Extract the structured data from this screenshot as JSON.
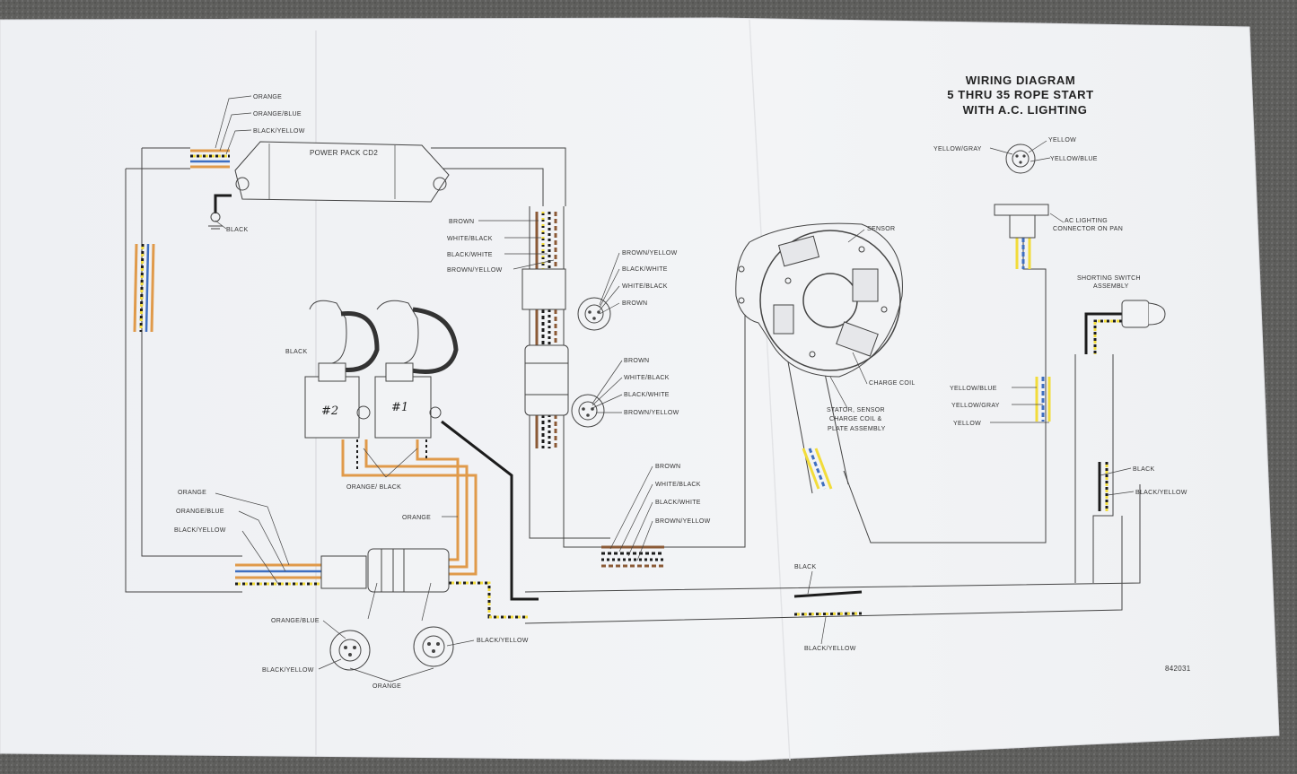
{
  "title_lines": [
    "WIRING DIAGRAM",
    "5 THRU 35 ROPE START",
    "WITH A.C. LIGHTING"
  ],
  "part_number": "842031",
  "components": {
    "power_pack": "POWER PACK CD2",
    "coil_1": "#1",
    "coil_2": "#2",
    "sensor": "SENSOR",
    "charge_coil": "CHARGE COIL",
    "stator": "STATOR, SENSOR CHARGE COIL & PLATE ASSEMBLY",
    "ac_connector": "AC LIGHTING CONNECTOR ON PAN",
    "shorting_switch": "SHORTING SWITCH ASSEMBLY"
  },
  "labels": {
    "orange": "ORANGE",
    "orange_blue": "ORANGE/BLUE",
    "black_yellow": "BLACK/YELLOW",
    "black": "BLACK",
    "brown": "BROWN",
    "white_black": "WHITE/BLACK",
    "black_white": "BLACK/WHITE",
    "brown_yellow": "BROWN/YELLOW",
    "orange_black": "ORANGE/ BLACK",
    "yellow": "YELLOW",
    "yellow_gray": "YELLOW/GRAY",
    "yellow_blue": "YELLOW/BLUE",
    "yellow_gray_top": "YELLOW/GRAY",
    "yellow_top": "YELLOW",
    "yellow_blue_top": "YELLOW/BLUE",
    "black_short": "BLACK",
    "black_yellow_short": "BLACK/YELLOW",
    "black_lower": "BLACK",
    "black_yellow_lower": "BLACK/YELLOW",
    "orange_bottom": "ORANGE",
    "orange_blue_bottom": "ORANGE/BLUE",
    "black_yellow_bottom_left": "BLACK/YELLOW",
    "black_yellow_bottom_right": "BLACK/YELLOW",
    "black_mid": "BLACK",
    "orange_mid": "ORANGE"
  },
  "wire_colors": {
    "orange": "#e09a4a",
    "blue": "#3f6fc0",
    "yellow": "#f2dc3a",
    "black": "#1c1c1c",
    "brown": "#8b5a36",
    "white": "#fafafa",
    "gray": "#a8a8a8"
  }
}
